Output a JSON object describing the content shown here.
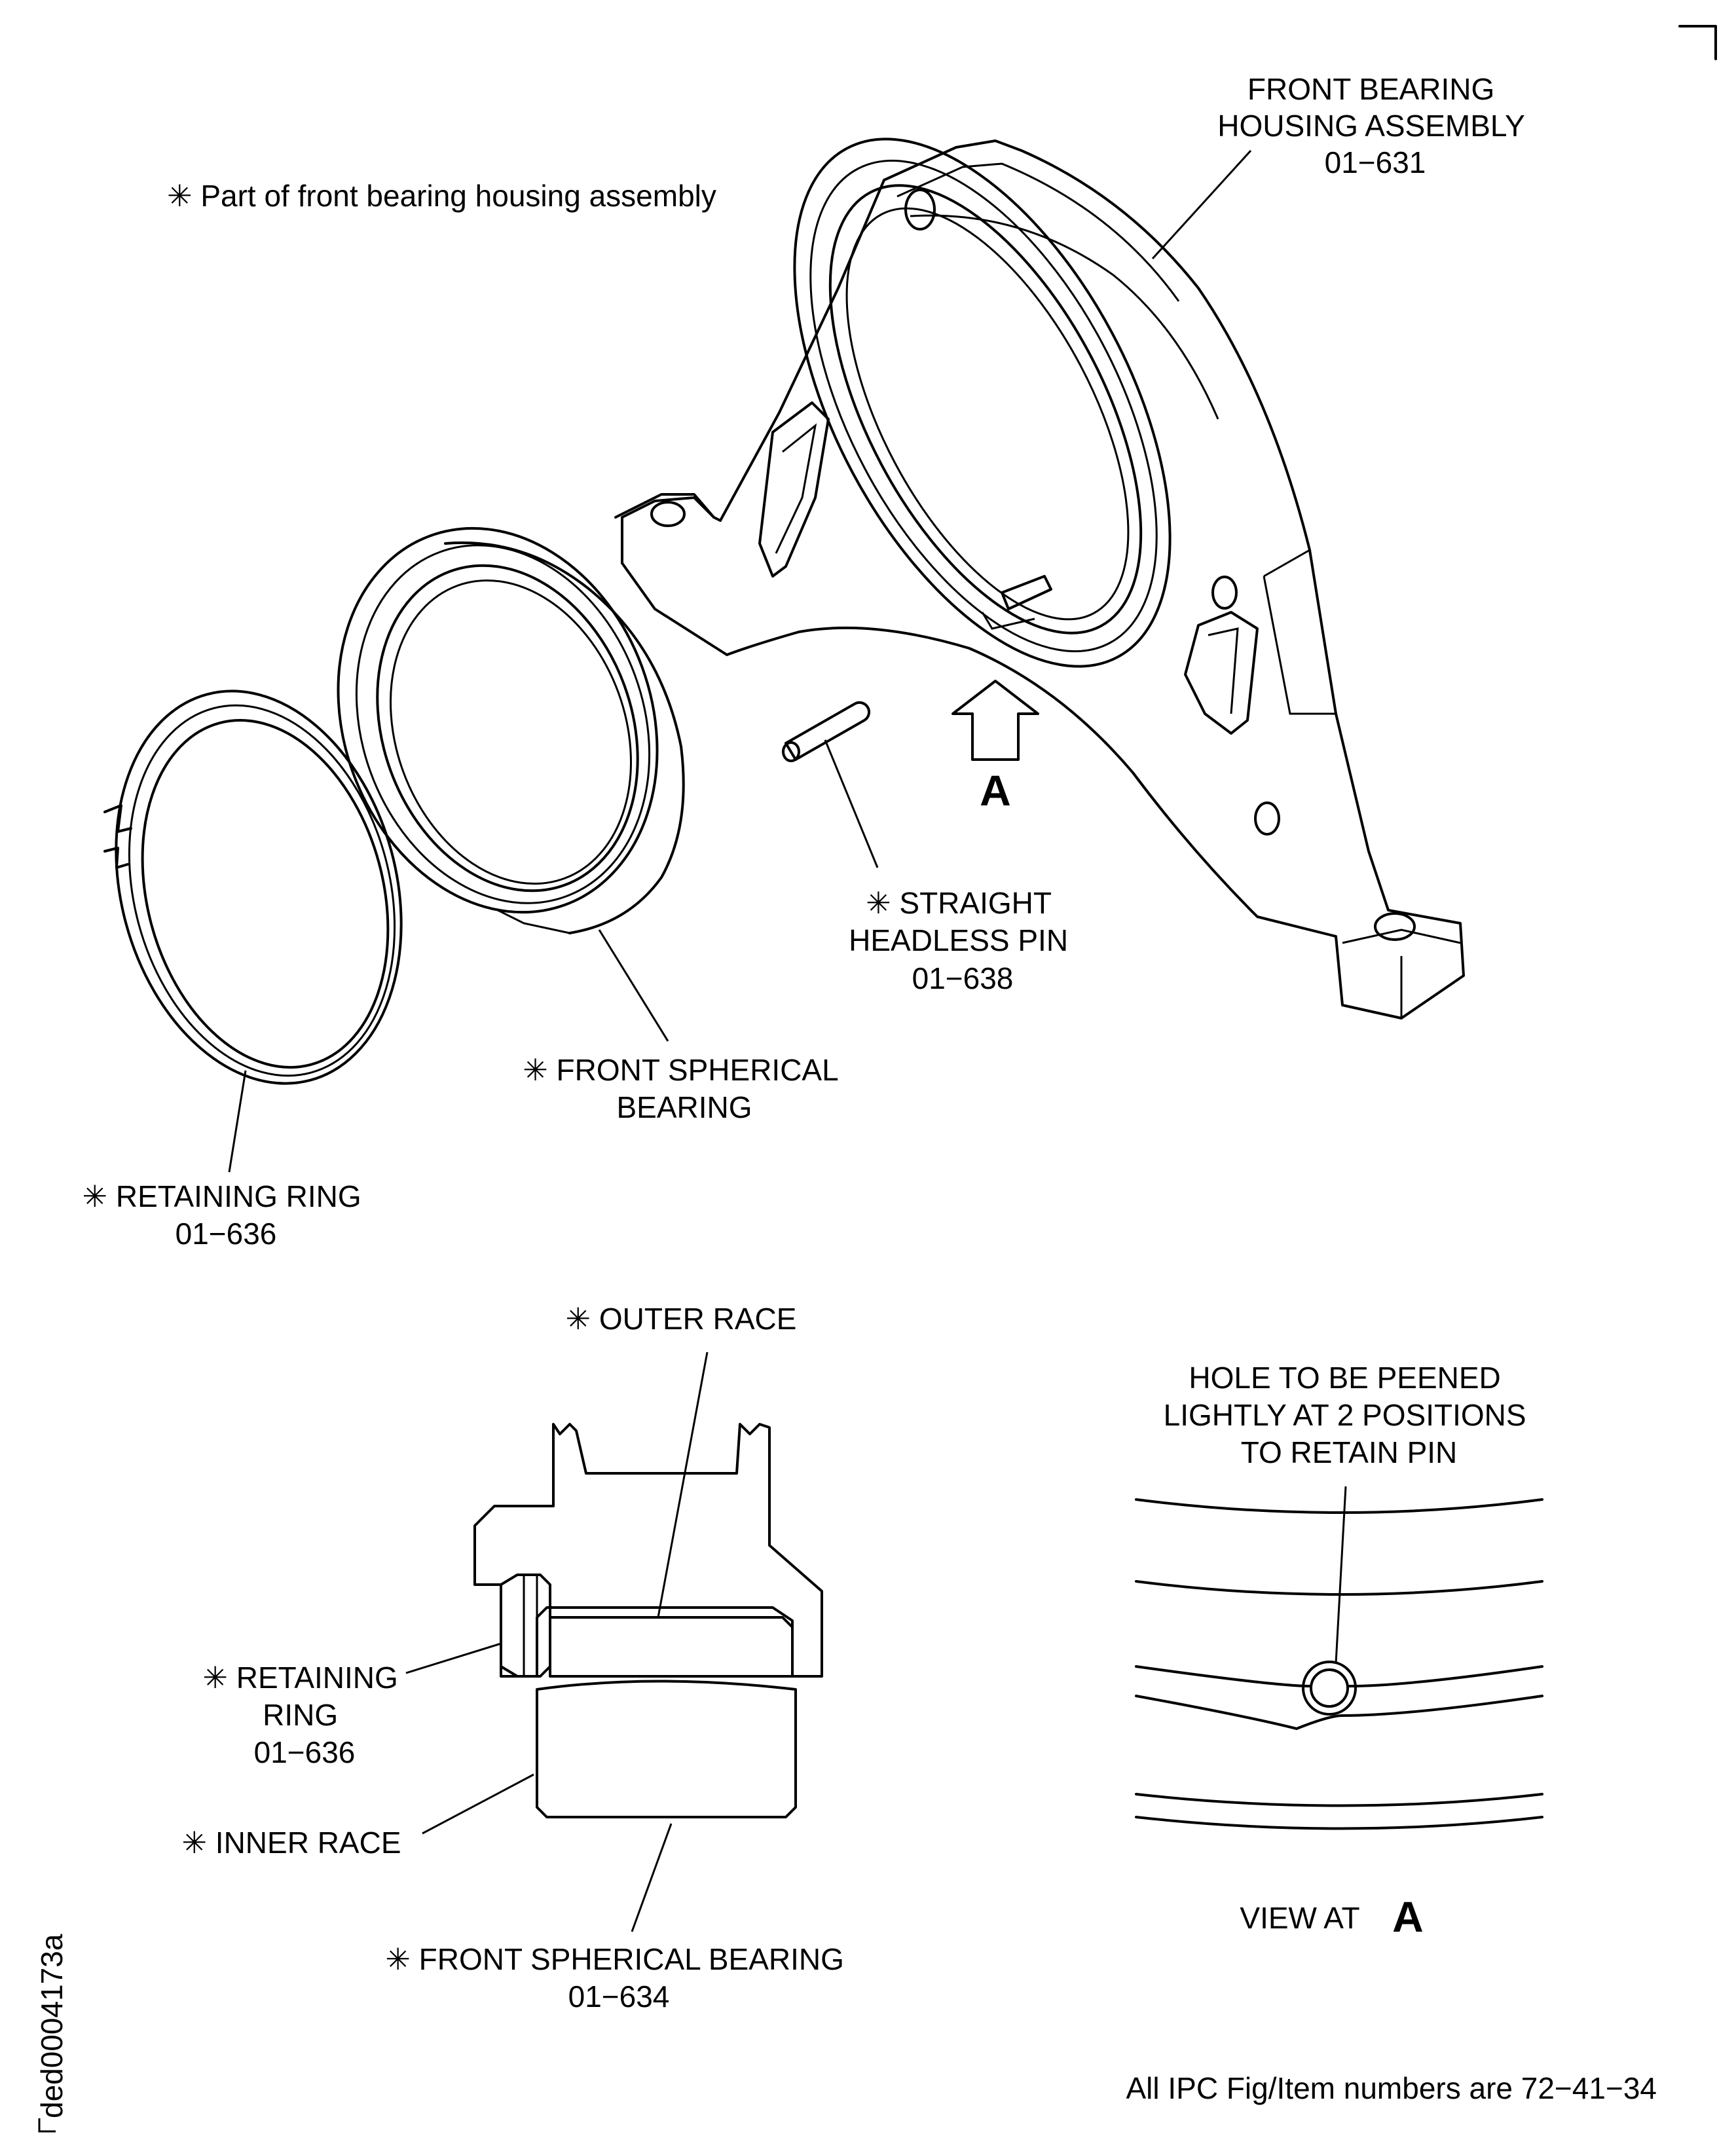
{
  "note": "✳ Part of front bearing housing assembly",
  "labels": {
    "housing": [
      "FRONT BEARING",
      "HOUSING ASSEMBLY",
      "01−631"
    ],
    "pin": [
      "✳ STRAIGHT",
      "HEADLESS PIN",
      "01−638"
    ],
    "front_bearing_top": [
      "✳ FRONT SPHERICAL",
      "BEARING"
    ],
    "ring_top": [
      "✳ RETAINING RING",
      "01−636"
    ],
    "outer_race": "✳ OUTER RACE",
    "ring_section": [
      "✳ RETAINING",
      "RING",
      "01−636"
    ],
    "inner_race": "✳ INNER RACE",
    "front_bearing_section": [
      "✳ FRONT SPHERICAL BEARING",
      "01−634"
    ],
    "hole_note": [
      "HOLE TO BE PEENED",
      "LIGHTLY AT 2 POSITIONS",
      "TO RETAIN PIN"
    ],
    "view_at": "VIEW AT",
    "view_letter": "A",
    "arrow_letter": "A"
  },
  "footer": "All IPC Fig/Item numbers are 72−41−34",
  "drawing_id": "ded0004173a"
}
